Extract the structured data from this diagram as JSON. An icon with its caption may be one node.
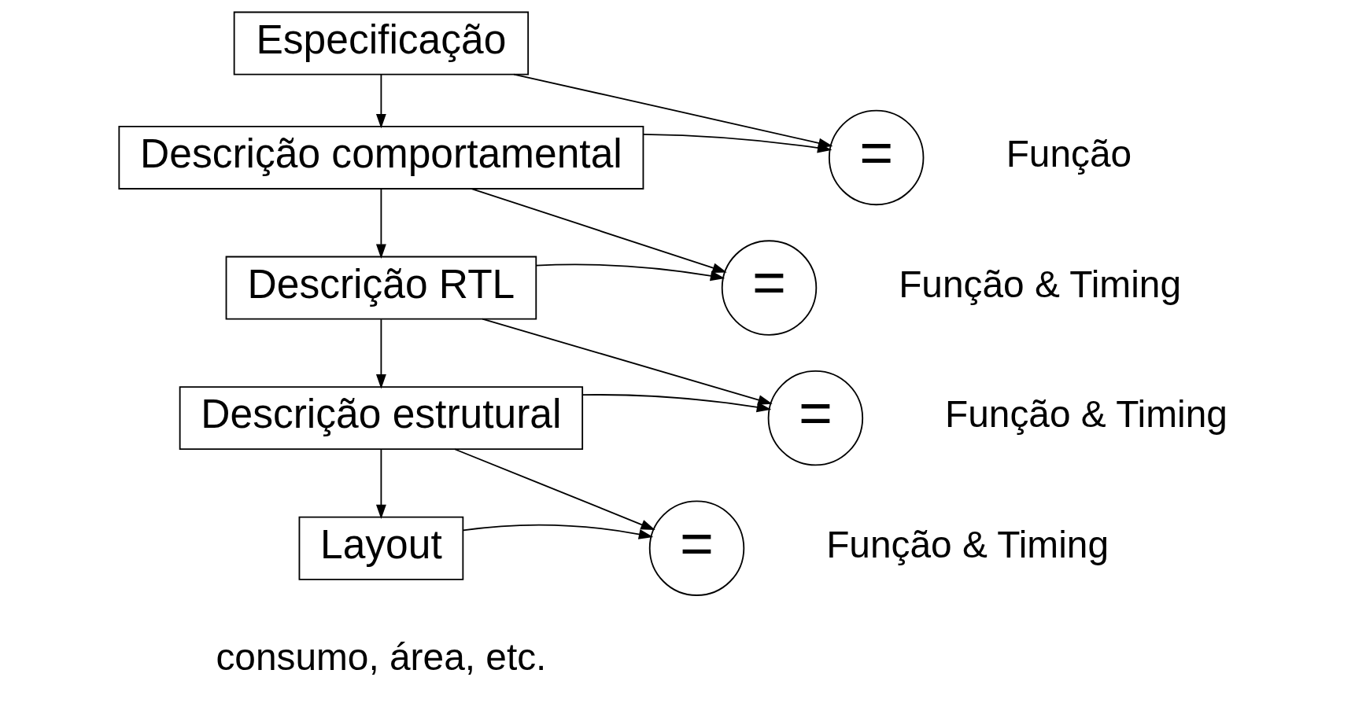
{
  "diagram": {
    "nodes": [
      {
        "text": [
          "Especificação"
        ]
      },
      {
        "text": [
          "Descrição comportamental"
        ]
      },
      {
        "text": [
          "Descrição RTL"
        ]
      },
      {
        "text": [
          "Descrição estrutural"
        ]
      },
      {
        "text": [
          "Layout"
        ]
      },
      {
        "text": [
          "="
        ],
        "beside": [
          "Função"
        ]
      },
      {
        "text": [
          "="
        ],
        "beside": [
          "Função & Timing"
        ]
      },
      {
        "text": [
          "="
        ],
        "beside": [
          "Função & Timing"
        ]
      },
      {
        "text": [
          "="
        ],
        "beside": [
          "Função & Timing"
        ]
      }
    ],
    "edges": [
      {
        "from": 0,
        "to": 1,
        "arrow": "to"
      },
      {
        "from": 1,
        "to": 2,
        "arrow": "to"
      },
      {
        "from": 2,
        "to": 3,
        "arrow": "to"
      },
      {
        "from": 3,
        "to": 4,
        "arrow": "to"
      },
      {
        "from": 0,
        "to": 5,
        "arrow": "to"
      },
      {
        "from": 1,
        "to": 5,
        "arrow": "to"
      },
      {
        "from": 1,
        "to": 6,
        "arrow": "to"
      },
      {
        "from": 2,
        "to": 6,
        "arrow": "to"
      },
      {
        "from": 2,
        "to": 7,
        "arrow": "to"
      },
      {
        "from": 3,
        "to": 7,
        "arrow": "to"
      },
      {
        "from": 3,
        "to": 8,
        "arrow": "to"
      },
      {
        "from": 4,
        "to": 8,
        "arrow": "to"
      }
    ],
    "labels": [
      "consumo, área, etc."
    ]
  }
}
